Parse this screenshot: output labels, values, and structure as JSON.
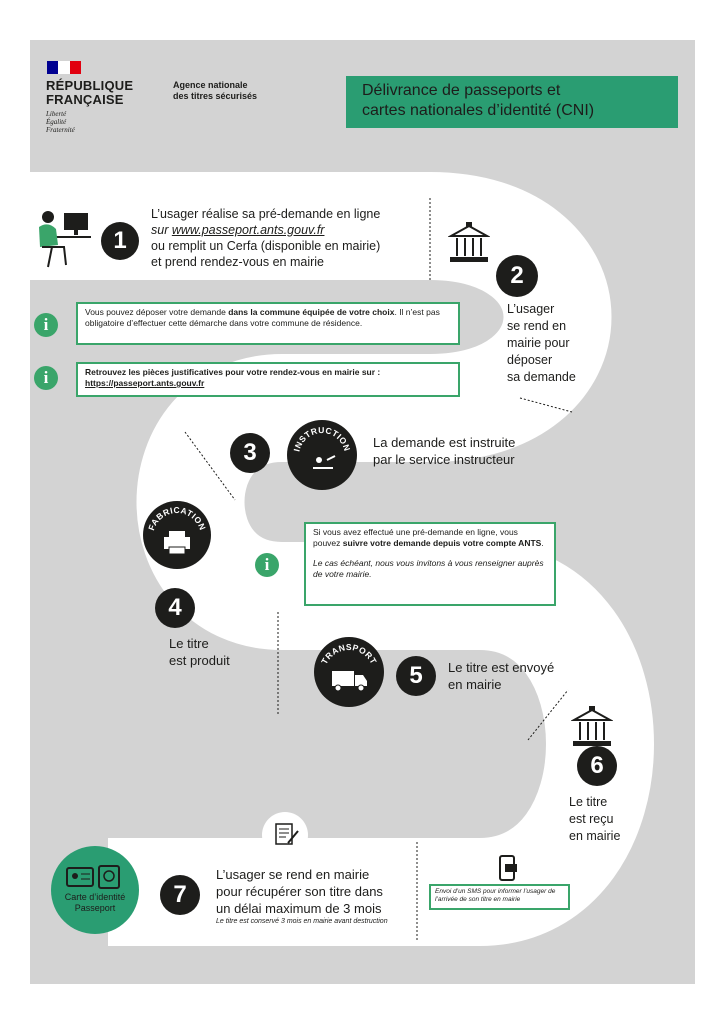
{
  "header": {
    "republic_line1": "RÉPUBLIQUE",
    "republic_line2": "FRANÇAISE",
    "motto1": "Liberté",
    "motto2": "Égalité",
    "motto3": "Fraternité",
    "agency_line1": "Agence nationale",
    "agency_line2": "des titres sécurisés",
    "title_line1": "Délivrance de passeports et",
    "title_line2": "cartes nationales d’identité  (CNI)"
  },
  "colors": {
    "accent": "#2a9d72",
    "info_green": "#3aa56a",
    "background": "#d3d3d3",
    "road": "#ffffff",
    "dark": "#1d1d1b",
    "flag_blue": "#000091",
    "flag_red": "#e1000f"
  },
  "steps": [
    {
      "number": "1",
      "line1": "L’usager réalise sa pré-demande en ligne",
      "line2_prefix": "sur ",
      "link": "www.passeport.ants.gouv.fr",
      "line3": "ou remplit un Cerfa (disponible en mairie)",
      "line4": "et prend rendez-vous en mairie"
    },
    {
      "number": "2",
      "line1": "L’usager",
      "line2": "se rend en",
      "line3": "mairie pour",
      "line4": "déposer",
      "line5": "sa demande"
    },
    {
      "number": "3",
      "badge": "INSTRUCTION",
      "line1": "La demande est instruite",
      "line2": "par le service instructeur"
    },
    {
      "number": "4",
      "badge": "FABRICATION",
      "line1": "Le titre",
      "line2": "est produit"
    },
    {
      "number": "5",
      "badge": "TRANSPORT",
      "line1": "Le titre est envoyé",
      "line2": "en mairie"
    },
    {
      "number": "6",
      "line1": "Le titre",
      "line2": "est reçu",
      "line3": "en mairie"
    },
    {
      "number": "7",
      "line1": "L’usager se rend en mairie",
      "line2": "pour récupérer son titre dans",
      "line3": "un délai maximum de 3 mois",
      "note": "Le titre est conservé 3 mois en mairie avant destruction"
    }
  ],
  "info_boxes": [
    {
      "icon": "i",
      "pre": "Vous pouvez déposer votre demande ",
      "bold": "dans la commune équipée de votre choix",
      "post": ". Il n’est pas obligatoire d’effectuer cette démarche dans votre commune de résidence."
    },
    {
      "icon": "i",
      "line1": "Retrouvez les pièces justificatives pour votre rendez-vous en mairie sur :",
      "link": "https://passeport.ants.gouv.fr"
    },
    {
      "icon": "i",
      "pre": "Si vous avez effectué une pré-demande en ligne, vous pouvez ",
      "bold": "suivre votre demande depuis votre compte ANTS",
      "post": ".",
      "italic": "Le cas échéant, nous vous invitons à vous renseigner auprès de votre mairie."
    }
  ],
  "sms_note": "Envoi d’un SMS pour informer l’usager de l’arrivée de son titre en mairie",
  "documents_label_line1": "Carte d’identité",
  "documents_label_line2": "Passeport"
}
